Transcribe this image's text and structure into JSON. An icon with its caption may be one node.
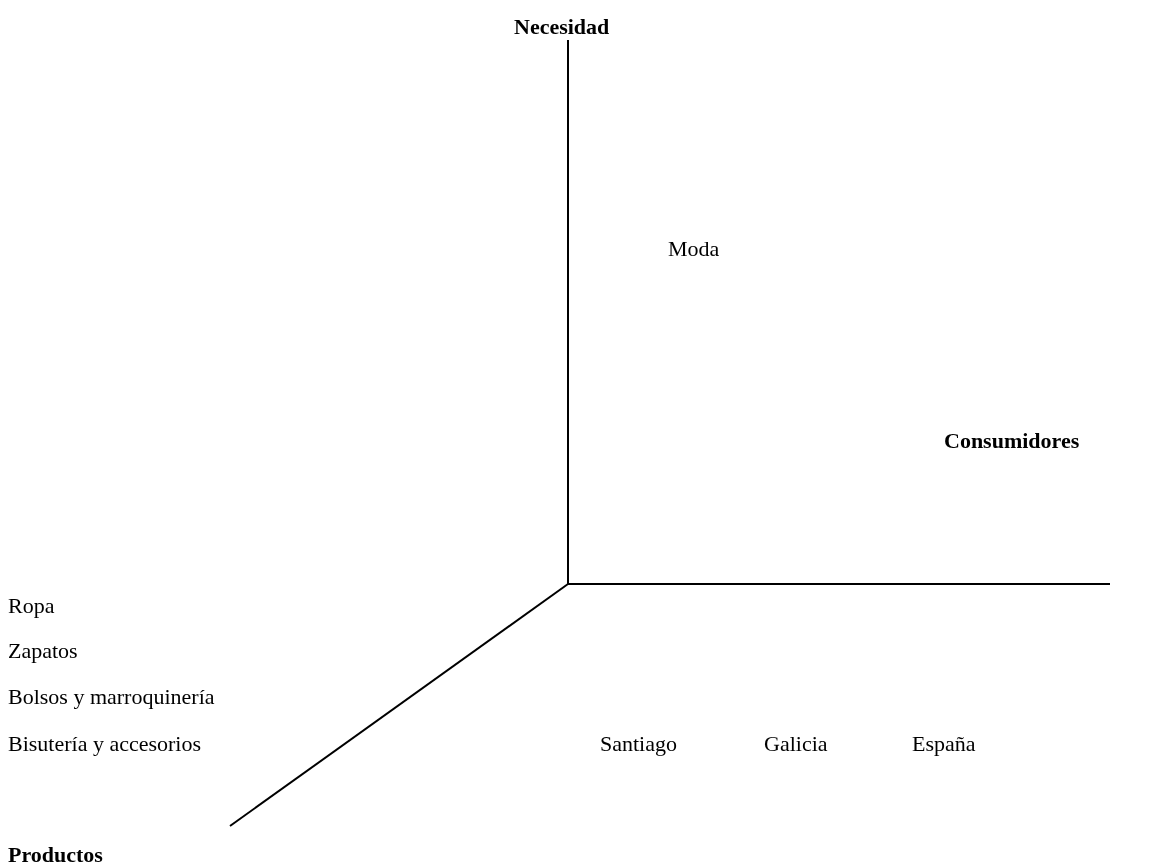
{
  "diagram": {
    "labels": [
      "Necesidad",
      "Moda",
      "Consumidores",
      "Ropa",
      "Zapatos",
      "Bolsos y marroquinería",
      "Bisutería y accesorios",
      "Santiago",
      "Galicia",
      "España",
      "Productos"
    ]
  }
}
